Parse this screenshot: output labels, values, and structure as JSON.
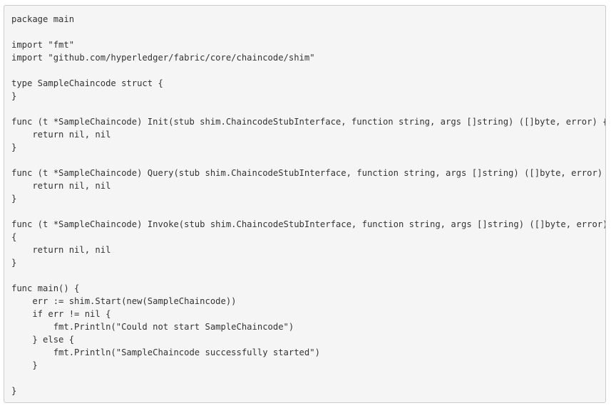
{
  "code": {
    "lines": [
      "package main",
      "",
      "import \"fmt\"",
      "import \"github.com/hyperledger/fabric/core/chaincode/shim\"",
      "",
      "type SampleChaincode struct {",
      "}",
      "",
      "func (t *SampleChaincode) Init(stub shim.ChaincodeStubInterface, function string, args []string) ([]byte, error) {",
      "    return nil, nil",
      "}",
      "",
      "func (t *SampleChaincode) Query(stub shim.ChaincodeStubInterface, function string, args []string) ([]byte, error) {",
      "    return nil, nil",
      "}",
      "",
      "func (t *SampleChaincode) Invoke(stub shim.ChaincodeStubInterface, function string, args []string) ([]byte, error)",
      "{",
      "    return nil, nil",
      "}",
      "",
      "func main() {",
      "    err := shim.Start(new(SampleChaincode))",
      "    if err != nil {",
      "        fmt.Println(\"Could not start SampleChaincode\")",
      "    } else {",
      "        fmt.Println(\"SampleChaincode successfully started\")",
      "    }",
      "",
      "}"
    ]
  }
}
